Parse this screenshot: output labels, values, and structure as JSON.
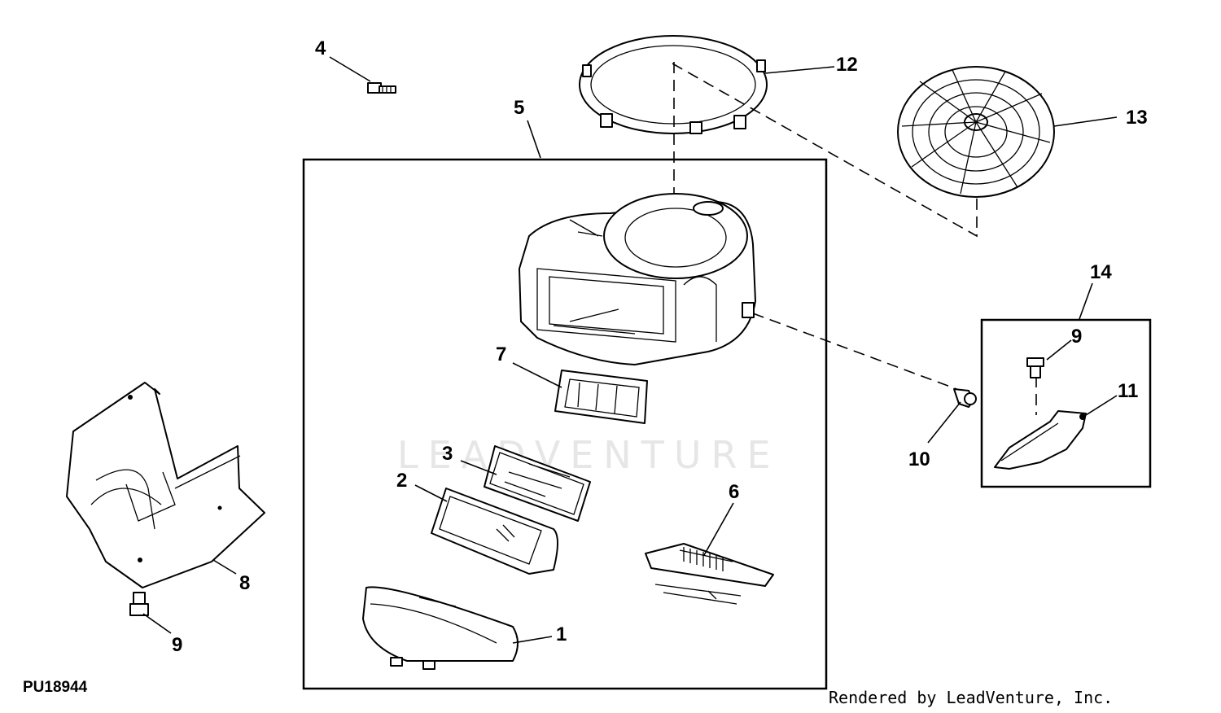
{
  "diagram": {
    "figure_code": "PU18944",
    "credit": "Rendered by LeadVenture, Inc.",
    "watermark": "LEADVENTURE",
    "callouts": {
      "c1": "1",
      "c2": "2",
      "c3": "3",
      "c4": "4",
      "c5": "5",
      "c6": "6",
      "c7": "7",
      "c8": "8",
      "c9a": "9",
      "c9b": "9",
      "c10": "10",
      "c11": "11",
      "c12": "12",
      "c13": "13",
      "c14": "14"
    }
  }
}
